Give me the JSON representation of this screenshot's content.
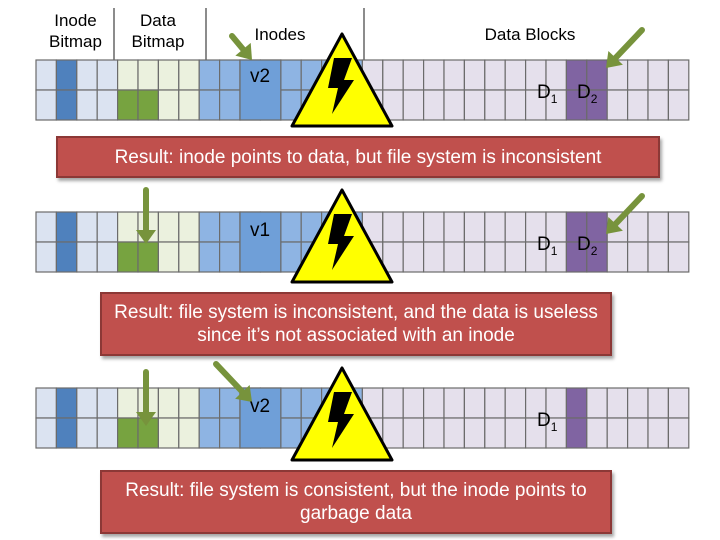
{
  "headers": {
    "inode_bitmap": "Inode\nBitmap",
    "data_bitmap": "Data\nBitmap",
    "inodes": "Inodes",
    "data_blocks": "Data Blocks"
  },
  "colors": {
    "inode_bitmap_cell": "#dbe3f1",
    "inode_bitmap_set": "#4f81bd",
    "data_bitmap_cell": "#ebf1de",
    "data_bitmap_set": "#77a340",
    "inode_cell": "#8eb4e3",
    "data_cell": "#e5e0ec",
    "data_block_set": "#8064a2",
    "arrow": "#77933c",
    "result_bg": "#c0504d",
    "warning": "#ffff00"
  },
  "rows": [
    {
      "inode_label": "v2",
      "block_labels": [
        {
          "letter": "D",
          "sub": "1"
        },
        {
          "letter": "D",
          "sub": "2"
        }
      ],
      "result": "Result: inode points to data, but file system is inconsistent"
    },
    {
      "inode_label": "v1",
      "block_labels": [
        {
          "letter": "D",
          "sub": "1"
        },
        {
          "letter": "D",
          "sub": "2"
        }
      ],
      "result": "Result: file system is inconsistent, and the data is useless since it’s not associated with an inode"
    },
    {
      "inode_label": "v2",
      "block_labels": [
        {
          "letter": "D",
          "sub": "1"
        }
      ],
      "result": "Result: file system is consistent, but the inode points to garbage data"
    }
  ]
}
